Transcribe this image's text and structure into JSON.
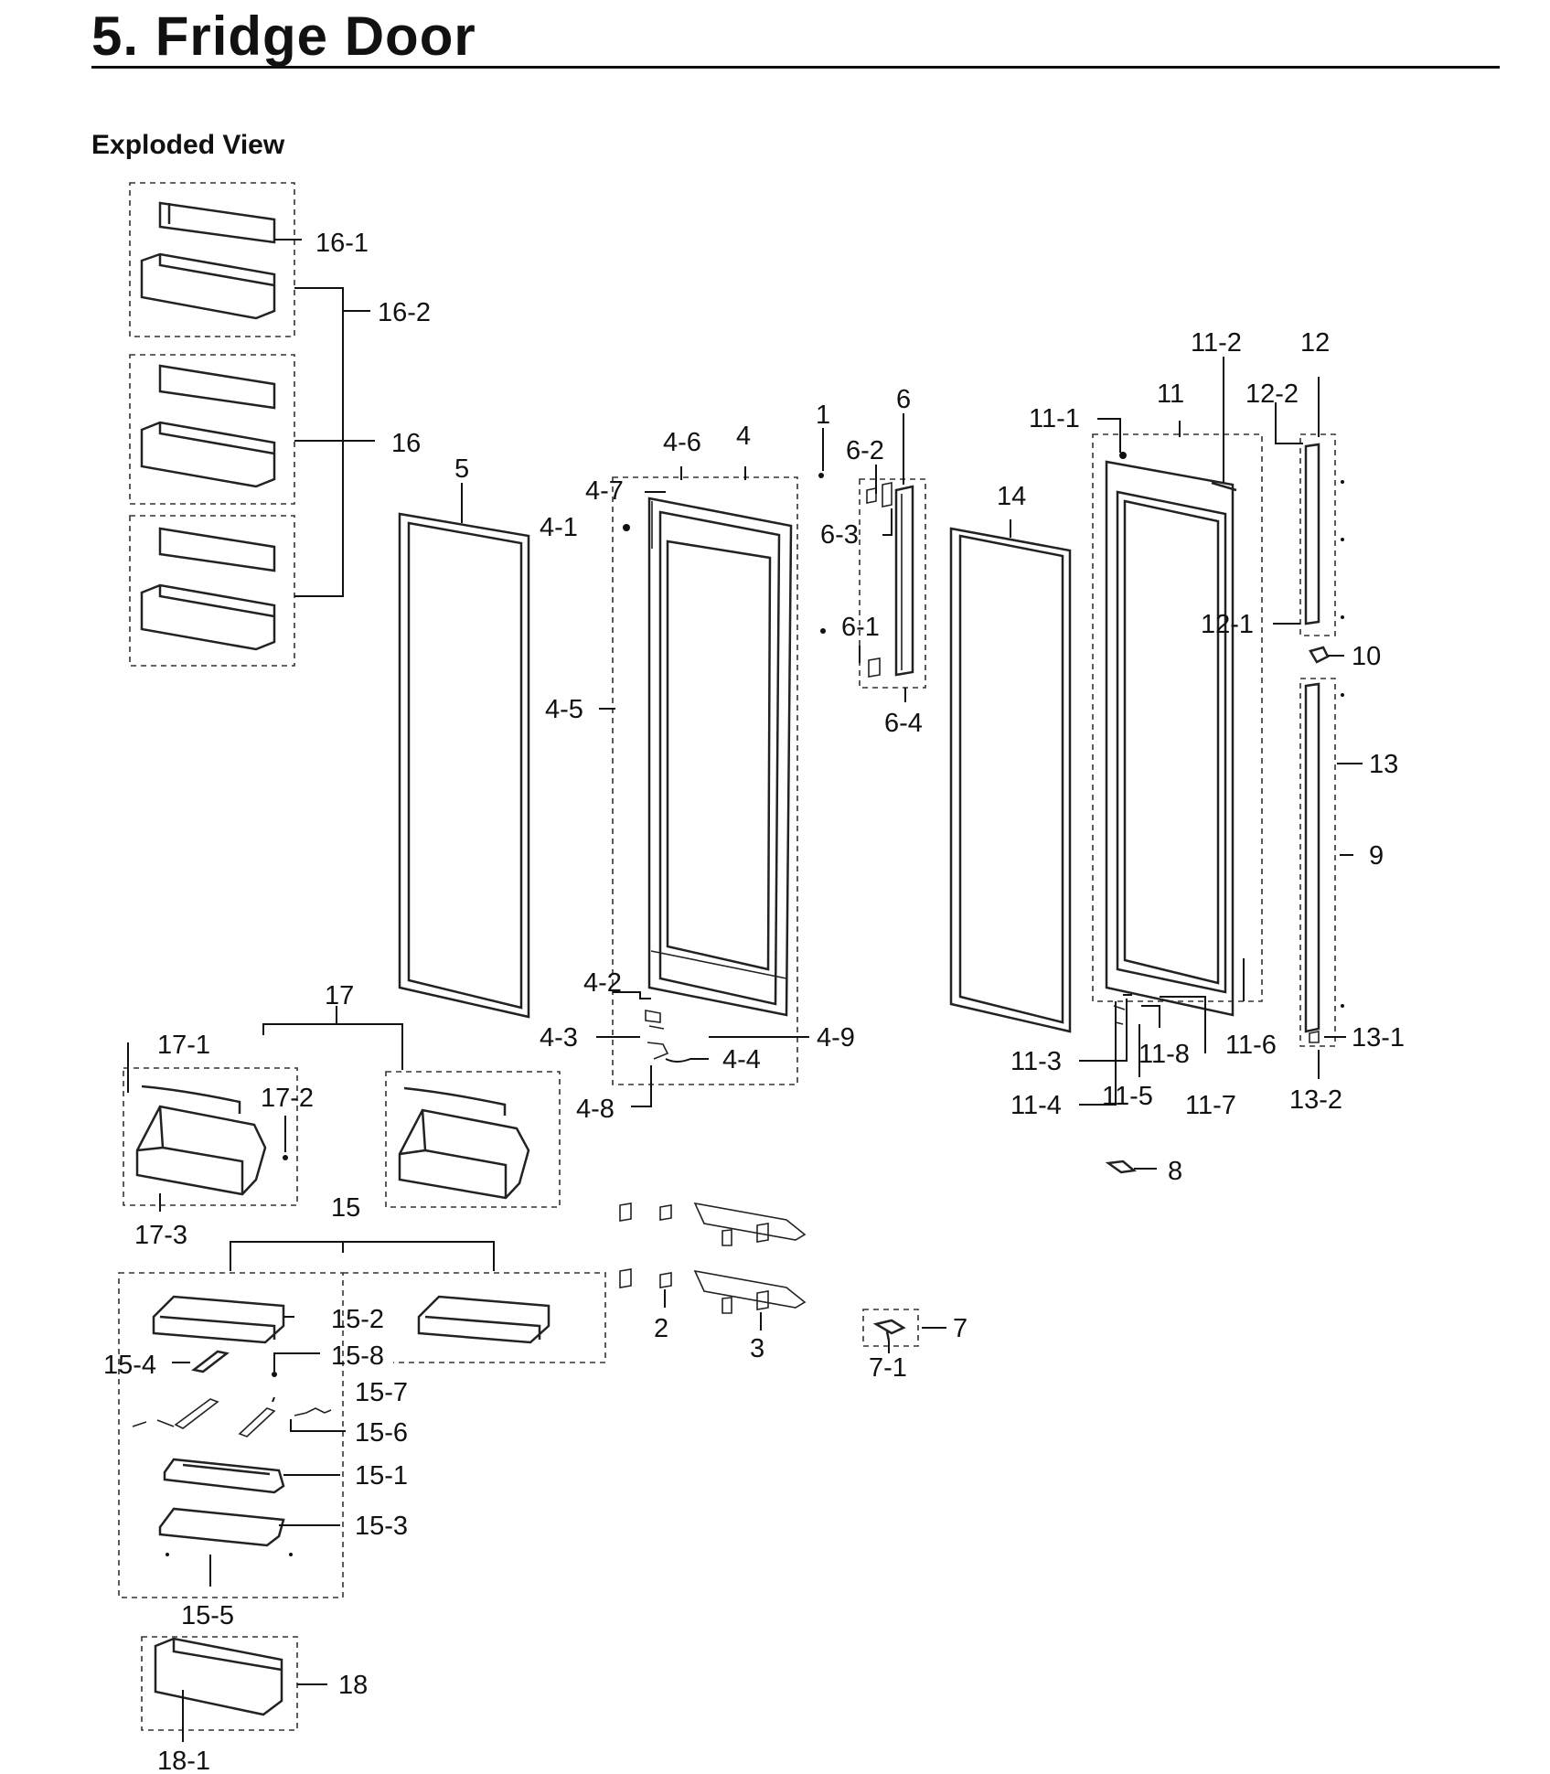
{
  "header": {
    "title": "5.  Fridge Door",
    "subtitle": "Exploded View"
  },
  "callouts": {
    "c16_1": "16-1",
    "c16_2": "16-2",
    "c16": "16",
    "c5": "5",
    "c4_6": "4-6",
    "c4": "4",
    "c4_7": "4-7",
    "c4_1": "4-1",
    "c4_5": "4-5",
    "c4_2": "4-2",
    "c4_3": "4-3",
    "c4_9": "4-9",
    "c4_4": "4-4",
    "c4_8": "4-8",
    "c1": "1",
    "c6": "6",
    "c6_2": "6-2",
    "c6_3": "6-3",
    "c6_1": "6-1",
    "c6_4": "6-4",
    "c14": "14",
    "c11_2": "11-2",
    "c12": "12",
    "c11": "11",
    "c12_2": "12-2",
    "c11_1": "11-1",
    "c12_1": "12-1",
    "c10": "10",
    "c13": "13",
    "c9": "9",
    "c13_1": "13-1",
    "c13_2": "13-2",
    "c11_3": "11-3",
    "c11_8": "11-8",
    "c11_6": "11-6",
    "c11_4": "11-4",
    "c11_5": "11-5",
    "c11_7": "11-7",
    "c8": "8",
    "c17": "17",
    "c17_1": "17-1",
    "c17_2": "17-2",
    "c17_3": "17-3",
    "c15": "15",
    "c15_2": "15-2",
    "c15_4": "15-4",
    "c15_8": "15-8",
    "c15_7": "15-7",
    "c15_6": "15-6",
    "c15_1": "15-1",
    "c15_3": "15-3",
    "c15_5": "15-5",
    "c2": "2",
    "c3": "3",
    "c7": "7",
    "c7_1": "7-1",
    "c18": "18",
    "c18_1": "18-1"
  }
}
